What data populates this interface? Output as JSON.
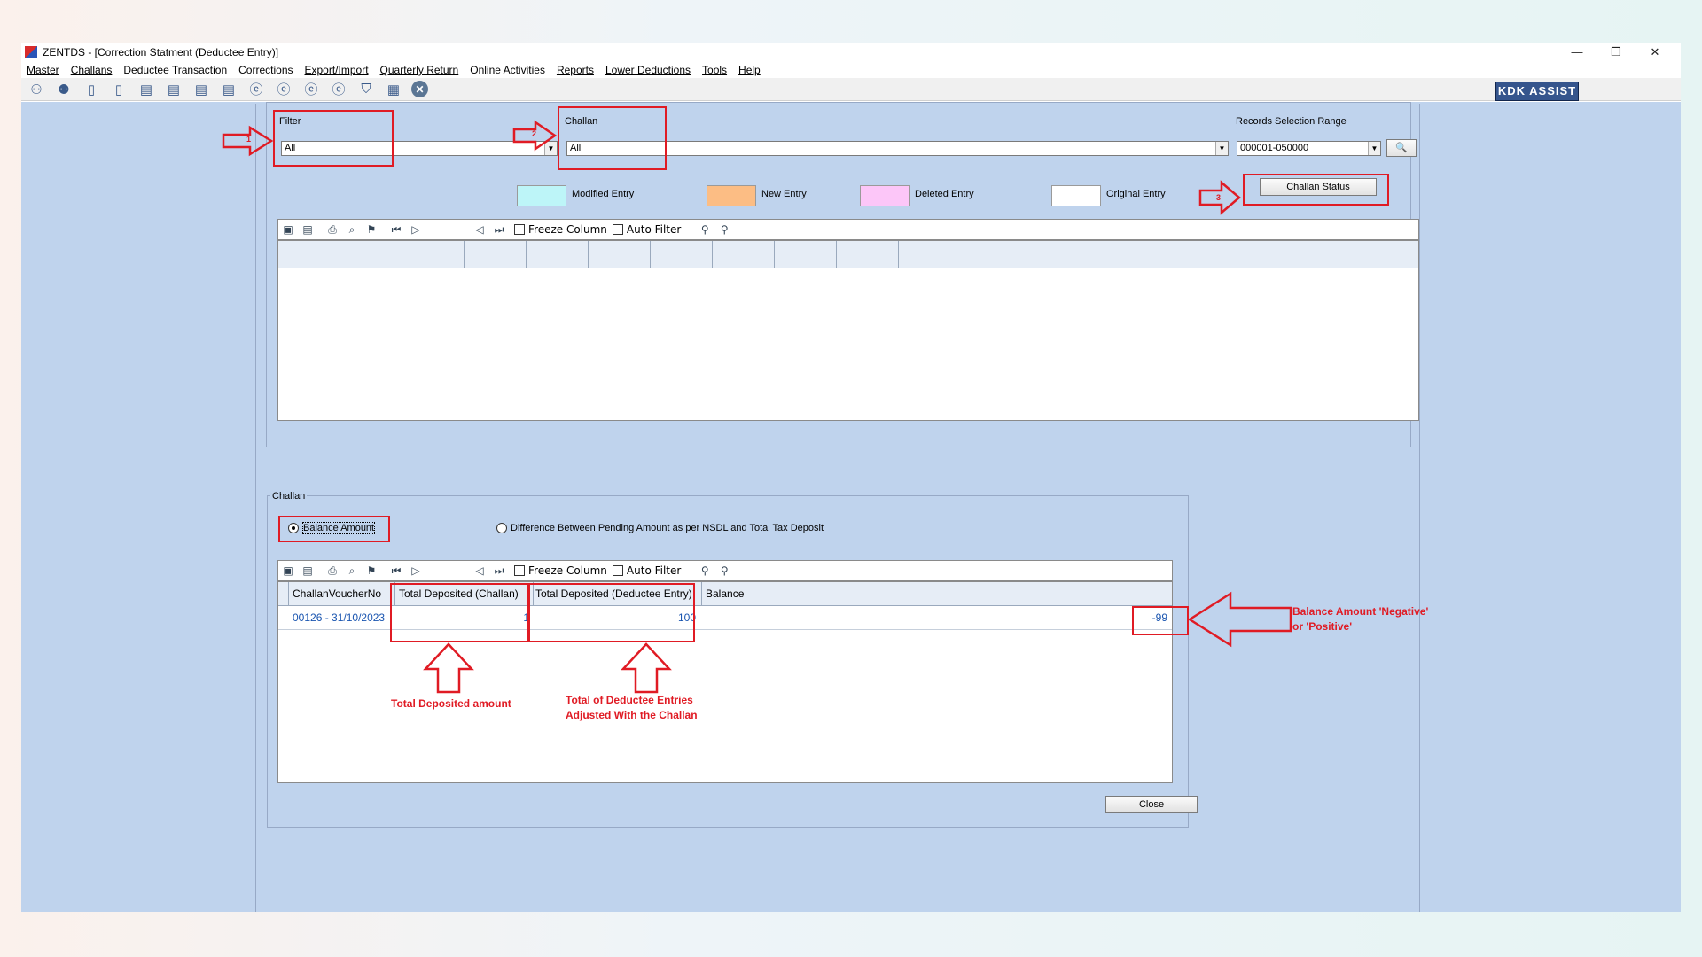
{
  "window": {
    "title": "ZENTDS - [Correction Statment (Deductee Entry)]",
    "controls": {
      "minimize": "—",
      "restore": "❐",
      "close": "✕"
    }
  },
  "menu": [
    "Master",
    "Challans",
    "Deductee Transaction",
    "Corrections",
    "Export/Import",
    "Quarterly Return",
    "Online Activities",
    "Reports",
    "Lower Deductions",
    "Tools",
    "Help"
  ],
  "toolbar": {
    "icons": [
      "users-icon",
      "group-icon",
      "deductor-icon",
      "deductee-icon",
      "form-24q-icon",
      "form-26q-icon",
      "form-27q-icon",
      "form-27eq-icon",
      "e-24q-icon",
      "e-26q-icon",
      "e-27q-icon",
      "e-27eq-icon",
      "tds-icon",
      "calculator-icon",
      "exit-icon"
    ],
    "brand": "KDK ASSIST"
  },
  "filter": {
    "label": "Filter",
    "value": "All"
  },
  "challan_filter": {
    "label": "Challan",
    "value": "All"
  },
  "range": {
    "label": "Records Selection Range",
    "value": "000001-050000"
  },
  "legend": {
    "modified": {
      "label": "Modified Entry",
      "color": "#bdf5f8"
    },
    "new": {
      "label": "New Entry",
      "color": "#fcbd84"
    },
    "deleted": {
      "label": "Deleted Entry",
      "color": "#fcc6f8"
    },
    "original": {
      "label": "Original Entry",
      "color": "#ffffff"
    }
  },
  "challan_status_button": "Challan Status",
  "grid_toolbar": {
    "freeze": "Freeze Column",
    "autofilter": "Auto Filter"
  },
  "challan_section": {
    "title": "Challan",
    "radio_balance": "Balance Amount",
    "radio_difference": "Difference Between Pending Amount as per NSDL and Total Tax Deposit",
    "columns": [
      "ChallanVoucherNo",
      "Total Deposited (Challan)",
      "Total Deposited (Deductee Entry)",
      "Balance"
    ],
    "rows": [
      {
        "voucher": "00126 - 31/10/2023",
        "challan": "1",
        "deductee": "100",
        "balance": "-99"
      }
    ],
    "close": "Close"
  },
  "annotations": {
    "step1": "1",
    "step2": "2",
    "step3": "3",
    "total_deposited": "Total Deposited amount",
    "total_deductee_l1": "Total of Deductee Entries",
    "total_deductee_l2": "Adjusted With the Challan",
    "balance_l1": "Balance Amount 'Negative'",
    "balance_l2": "or 'Positive'"
  }
}
